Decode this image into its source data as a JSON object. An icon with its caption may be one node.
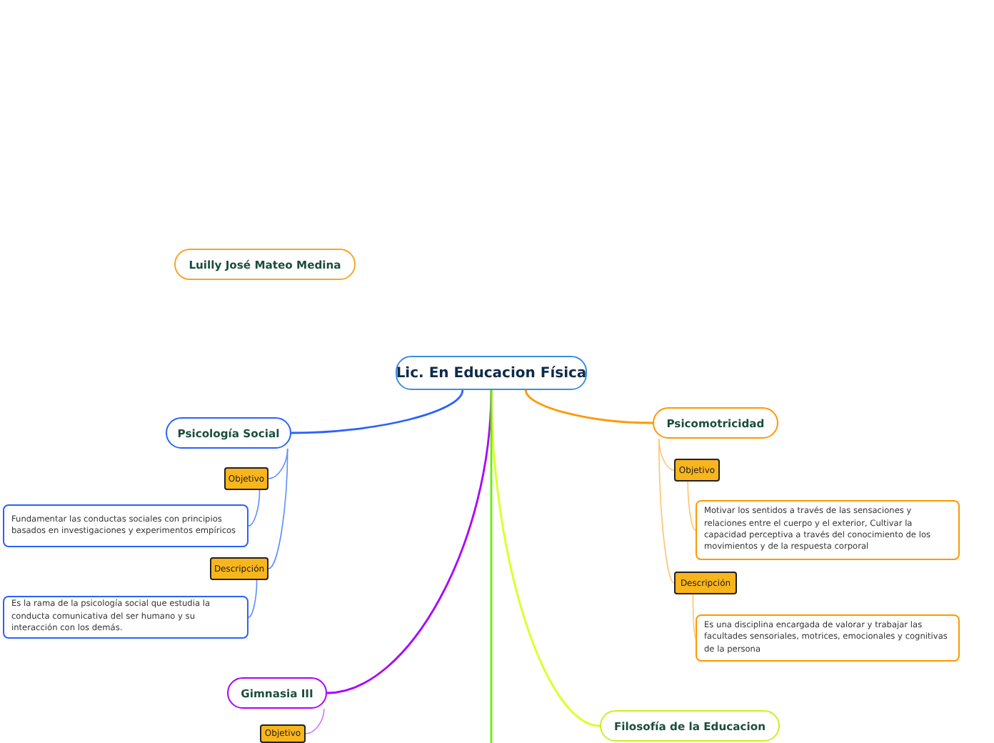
{
  "diagram": {
    "nodes": [
      {
        "text": [
          "Lic. En Educacion Física"
        ]
      },
      {
        "text": [
          "Luilly José Mateo Medina"
        ]
      },
      {
        "text": [
          "Psicología Social"
        ]
      },
      {
        "text": [
          "Objetivo"
        ]
      },
      {
        "text": [
          "Fundamentar las conductas sociales con principios basados en investigaciones y experimentos empíricos"
        ]
      },
      {
        "text": [
          "Descripción"
        ]
      },
      {
        "text": [
          "Es la rama de la psicología social que estudia la conducta comunicativa del ser humano y su interacción con los demás."
        ]
      },
      {
        "text": [
          "Psicomotricidad"
        ]
      },
      {
        "text": [
          "Objetivo"
        ]
      },
      {
        "text": [
          "Motivar los sentidos a través de las sensaciones y relaciones entre el cuerpo y el exterior,  Cultivar la capacidad perceptiva a través del conocimiento de los movimientos y de la respuesta corporal"
        ]
      },
      {
        "text": [
          "Descripción"
        ]
      },
      {
        "text": [
          "Es una disciplina encargada de valorar y trabajar las facultades sensoriales, motrices, emocionales y cognitivas de la persona"
        ]
      },
      {
        "text": [
          "Gimnasia III"
        ]
      },
      {
        "text": [
          "Objetivo"
        ]
      },
      {
        "text": [
          "Filosofía de la Educacion"
        ]
      }
    ],
    "edges": [
      {
        "from": 0,
        "to": 2,
        "arrow": "none",
        "color": "#2962ff"
      },
      {
        "from": 0,
        "to": 7,
        "arrow": "none",
        "color": "#ff9800"
      },
      {
        "from": 0,
        "to": 12,
        "arrow": "none",
        "color": "#aa00ff"
      },
      {
        "from": 0,
        "to": 14,
        "arrow": "none",
        "color": "#ddff22"
      },
      {
        "from": 0,
        "to": null,
        "arrow": "none",
        "color": "#66ee00"
      },
      {
        "from": 2,
        "to": 3,
        "arrow": "none",
        "color": "#5c8dff"
      },
      {
        "from": 3,
        "to": 4,
        "arrow": "none",
        "color": "#5c8dff"
      },
      {
        "from": 2,
        "to": 5,
        "arrow": "none",
        "color": "#5c8dff"
      },
      {
        "from": 5,
        "to": 6,
        "arrow": "none",
        "color": "#5c8dff"
      },
      {
        "from": 7,
        "to": 8,
        "arrow": "none",
        "color": "#ffc46b"
      },
      {
        "from": 8,
        "to": 9,
        "arrow": "none",
        "color": "#ffc46b"
      },
      {
        "from": 7,
        "to": 10,
        "arrow": "none",
        "color": "#ffc46b"
      },
      {
        "from": 10,
        "to": 11,
        "arrow": "none",
        "color": "#ffc46b"
      },
      {
        "from": 12,
        "to": 13,
        "arrow": "none",
        "color": "#cc77ff"
      }
    ]
  }
}
